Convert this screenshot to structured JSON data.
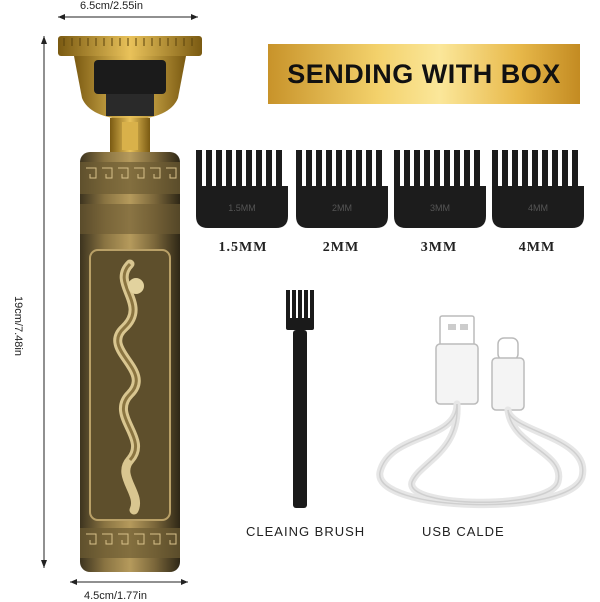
{
  "dimensions": {
    "width_label": "6.5cm/2.55in",
    "height_label": "19cm/7.48in",
    "base_label": "4.5cm/1.77in"
  },
  "banner": {
    "title": "SENDING WITH BOX"
  },
  "combs": [
    {
      "label": "1.5MM",
      "engraving": "1.5MM"
    },
    {
      "label": "2MM",
      "engraving": "2MM"
    },
    {
      "label": "3MM",
      "engraving": "3MM"
    },
    {
      "label": "4MM",
      "engraving": "4MM"
    }
  ],
  "accessories": {
    "brush_label": "CLEAING BRUSH",
    "cable_label": "USB CALDE"
  },
  "colors": {
    "banner_gold": "#f3d16b",
    "trimmer_bronze": "#8a7442",
    "comb_black": "#1c1c1c"
  }
}
